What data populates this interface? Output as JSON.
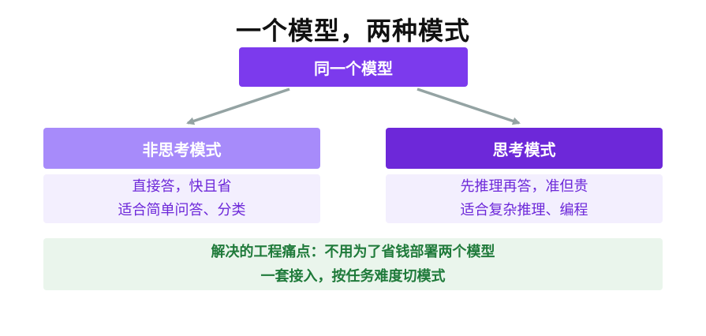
{
  "title": "一个模型，两种模式",
  "top_box": {
    "label": "同一个模型"
  },
  "modes": [
    {
      "header": "非思考模式",
      "lines": [
        "直接答，快且省",
        "适合简单问答、分类"
      ]
    },
    {
      "header": "思考模式",
      "lines": [
        "先推理再答，准但贵",
        "适合复杂推理、编程"
      ]
    }
  ],
  "bottom_box": {
    "lines": [
      "解决的工程痛点：不用为了省钱部署两个模型",
      "一套接入，按任务难度切模式"
    ]
  },
  "colors": {
    "top_box": "#7c3aed",
    "non_thinking_header": "#a78bfa",
    "thinking_header": "#6d28d9",
    "desc_bg": "#f3effe",
    "desc_text": "#6d28d9",
    "bottom_bg": "#eaf5ec",
    "bottom_text": "#1f7a3a",
    "arrow": "#94a3a3"
  }
}
